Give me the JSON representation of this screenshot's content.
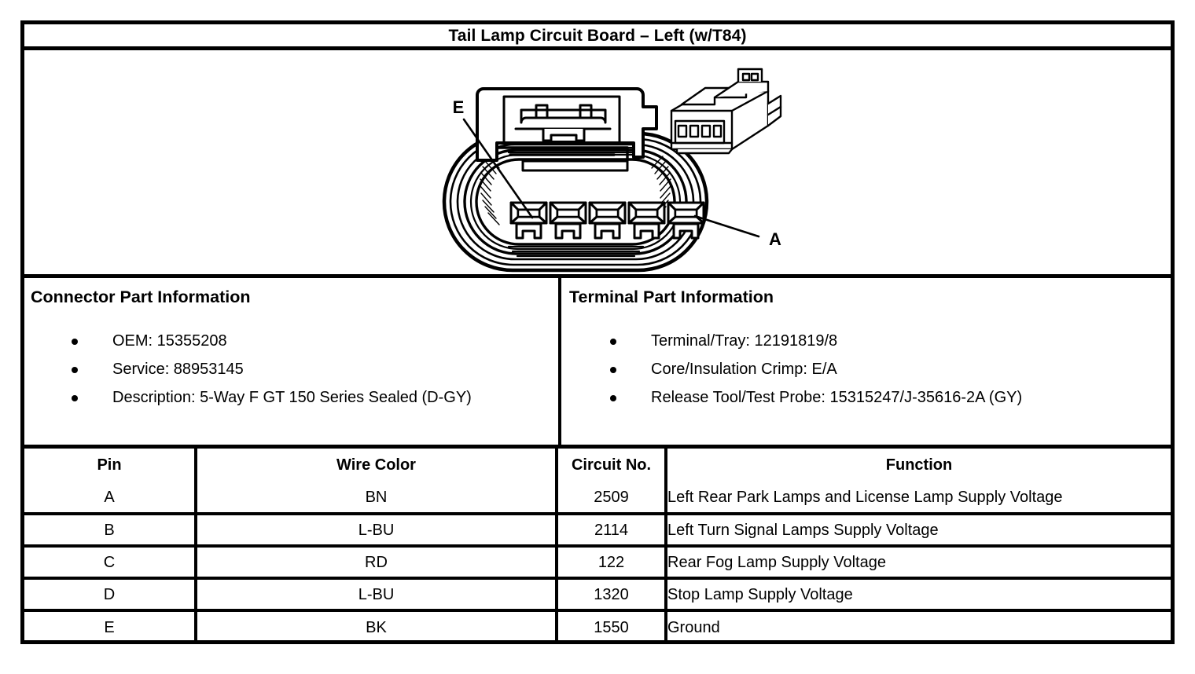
{
  "document": {
    "title": "Tail Lamp Circuit Board – Left (w/T84)"
  },
  "illustration": {
    "name": "5-way-female-connector-face-view",
    "callouts": [
      {
        "label": "E",
        "position": "upper-left",
        "points_to": "cavity-1"
      },
      {
        "label": "A",
        "position": "right",
        "points_to": "cavity-5"
      }
    ],
    "cavity_count": 5,
    "inset": "isometric-connector-view"
  },
  "connector_part_information": {
    "heading": "Connector Part Information",
    "items": [
      "OEM: 15355208",
      "Service: 88953145",
      "Description: 5-Way F GT 150 Series Sealed (D-GY)"
    ]
  },
  "terminal_part_information": {
    "heading": "Terminal Part Information",
    "items": [
      "Terminal/Tray: 12191819/8",
      "Core/Insulation Crimp: E/A",
      "Release Tool/Test Probe: 15315247/J-35616-2A (GY)"
    ]
  },
  "pin_table": {
    "columns": [
      "Pin",
      "Wire Color",
      "Circuit No.",
      "Function"
    ],
    "rows": [
      {
        "pin": "A",
        "wire_color": "BN",
        "circuit_no": "2509",
        "function": "Left Rear Park Lamps and License Lamp Supply Voltage"
      },
      {
        "pin": "B",
        "wire_color": "L-BU",
        "circuit_no": "2114",
        "function": "Left Turn Signal Lamps Supply Voltage"
      },
      {
        "pin": "C",
        "wire_color": "RD",
        "circuit_no": "122",
        "function": "Rear Fog Lamp Supply Voltage"
      },
      {
        "pin": "D",
        "wire_color": "L-BU",
        "circuit_no": "1320",
        "function": "Stop Lamp Supply Voltage"
      },
      {
        "pin": "E",
        "wire_color": "BK",
        "circuit_no": "1550",
        "function": "Ground"
      }
    ]
  },
  "colors": {
    "line": "#000000",
    "background": "#ffffff"
  }
}
